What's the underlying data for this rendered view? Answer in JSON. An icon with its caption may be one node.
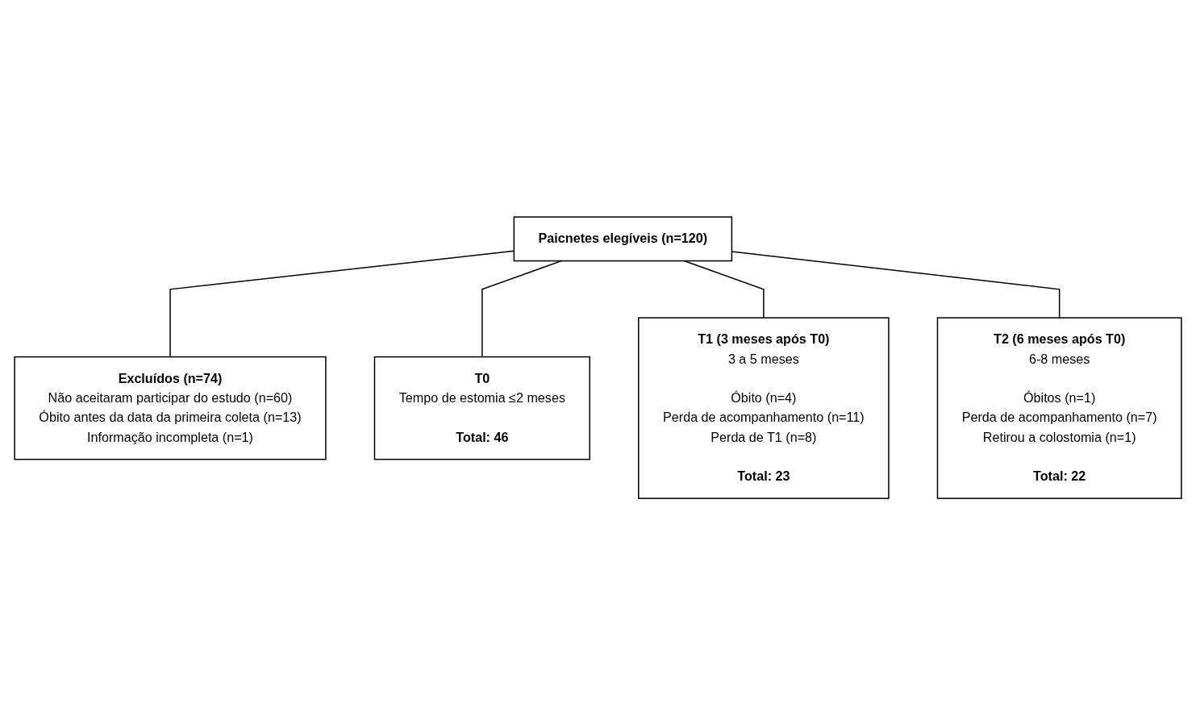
{
  "diagram": {
    "nodes": [
      {
        "text": [
          "Paicnetes elegíveis (n=120)"
        ]
      },
      {
        "text": [
          "Excluídos (n=74)",
          "Não aceitaram participar do estudo (n=60)",
          "Óbito antes da data da primeira coleta (n=13)",
          "Informação incompleta (n=1)"
        ]
      },
      {
        "text": [
          "T0",
          "Tempo de estomia ≤2 meses",
          "Total: 46"
        ]
      },
      {
        "text": [
          "T1 (3 meses após T0)",
          "3 a 5 meses",
          "Óbito (n=4)",
          "Perda de acompanhamento (n=11)",
          "Perda de T1 (n=8)",
          "Total: 23"
        ]
      },
      {
        "text": [
          "T2 (6 meses após T0)",
          "6-8 meses",
          "Óbitos (n=1)",
          "Perda de acompanhamento (n=7)",
          "Retirou a colostomia (n=1)",
          "Total: 22"
        ]
      }
    ],
    "edges": [
      {
        "from": 0,
        "to": 1,
        "arrow": "none"
      },
      {
        "from": 0,
        "to": 2,
        "arrow": "none"
      },
      {
        "from": 0,
        "to": 3,
        "arrow": "none"
      },
      {
        "from": 0,
        "to": 4,
        "arrow": "none"
      }
    ]
  }
}
